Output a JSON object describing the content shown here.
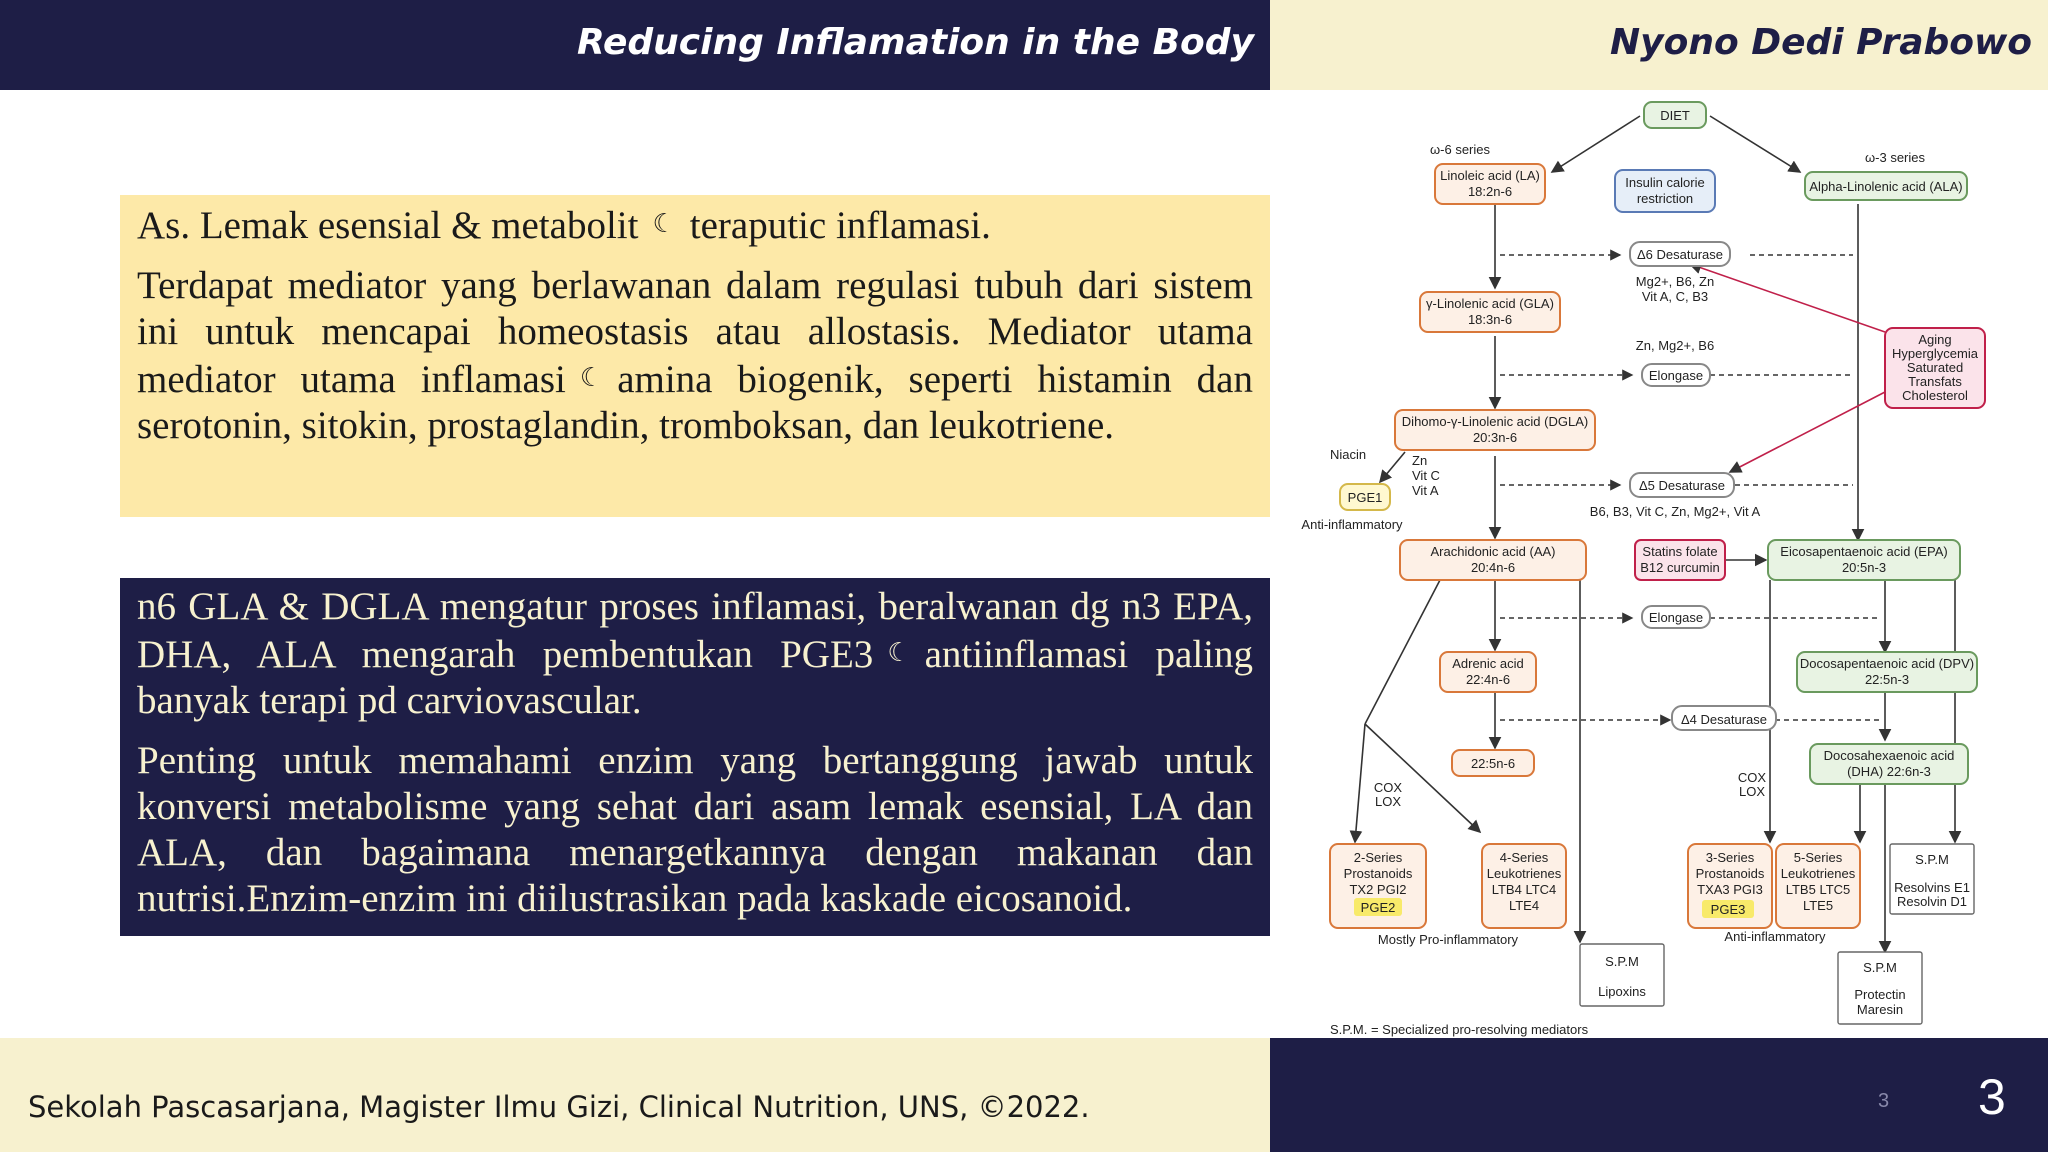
{
  "header": {
    "title": "Reducing Inflamation in the Body",
    "author": "Nyono Dedi Prabowo"
  },
  "box1": {
    "line1_a": "As. Lemak esensial & metabolit",
    "line1_b": "teraputic inflamasi.",
    "para2_a": "Terdapat mediator yang berlawanan dalam regulasi tubuh dari sistem ini untuk mencapai homeostasis atau allostasis. Mediator utama mediator utama inflamasi",
    "para2_b": "amina biogenik, seperti histamin dan serotonin, sitokin, prostaglandin, tromboksan, dan leukotriene."
  },
  "box2": {
    "para1_a": "n6 GLA & DGLA mengatur proses inflamasi, beralwanan dg n3 EPA, DHA, ALA mengarah pembentukan PGE3",
    "para1_b": "antiinflamasi paling banyak terapi pd carviovascular.",
    "para2": "Penting untuk memahami enzim yang bertanggung jawab untuk konversi metabolisme yang sehat dari asam lemak esensial, LA dan ALA, dan bagaimana menargetkannya dengan makanan dan nutrisi.Enzim-enzim ini diilustrasikan pada kaskade eicosanoid."
  },
  "moon_symbol": "☾",
  "diagram": {
    "diet": "DIET",
    "omega6_series": "ω-6 series",
    "omega3_series": "ω-3 series",
    "la": [
      "Linoleic acid (LA)",
      "18:2n-6"
    ],
    "insulin": [
      "Insulin calorie",
      "restriction"
    ],
    "ala": "Alpha-Linolenic acid (ALA)",
    "d6_desaturase": "Δ6 Desaturase",
    "d6_cofactors": [
      "Mg2+, B6, Zn",
      "Vit A, C, B3"
    ],
    "gla": [
      "γ-Linolenic acid (GLA)",
      "18:3n-6"
    ],
    "aging": [
      "Aging",
      "Hyperglycemia",
      "Saturated",
      "Transfats",
      "Cholesterol"
    ],
    "elongase_cofactors": "Zn, Mg2+, B6",
    "elongase": "Elongase",
    "dgla": [
      "Dihomo-γ-Linolenic acid (DGLA)",
      "20:3n-6"
    ],
    "niacin": "Niacin",
    "zn_vits": [
      "Zn",
      "Vit C",
      "Vit A"
    ],
    "pge1": "PGE1",
    "anti_inflammatory_1": "Anti-inflammatory",
    "d5_desaturase": "Δ5 Desaturase",
    "d5_cofactors": "B6, B3, Vit C, Zn, Mg2+, Vit A",
    "aa": [
      "Arachidonic acid (AA)",
      "20:4n-6"
    ],
    "statins": [
      "Statins folate",
      "B12 curcumin"
    ],
    "epa": [
      "Eicosapentaenoic acid (EPA)",
      "20:5n-3"
    ],
    "elongase2": "Elongase",
    "adrenic": [
      "Adrenic acid",
      "22:4n-6"
    ],
    "dpv": [
      "Docosapentaenoic acid (DPV)",
      "22:5n-3"
    ],
    "d4_desaturase": "Δ4 Desaturase",
    "n22_5": "22:5n-6",
    "dha": [
      "Docosahexaenoic acid",
      "(DHA) 22:6n-3"
    ],
    "cox_lox": [
      "COX",
      "LOX"
    ],
    "two_series": [
      "2-Series",
      "Prostanoids",
      "TX2 PGI2",
      "PGE2"
    ],
    "four_series": [
      "4-Series",
      "Leukotrienes",
      "LTB4 LTC4",
      "LTE4"
    ],
    "three_series": [
      "3-Series",
      "Prostanoids",
      "TXA3 PGI3",
      "PGE3"
    ],
    "five_series": [
      "5-Series",
      "Leukotrienes",
      "LTB5 LTC5",
      "LTE5"
    ],
    "spm_resolvins": [
      "S.P.M",
      "Resolvins E1",
      "Resolvin D1"
    ],
    "mostly_pro": "Mostly Pro-inflammatory",
    "anti_inflammatory_2": "Anti-inflammatory",
    "spm_lipoxins": [
      "S.P.M",
      "Lipoxins"
    ],
    "spm_protectin": [
      "S.P.M",
      "Protectin",
      "Maresin"
    ],
    "footnote": "S.P.M. = Specialized pro-resolving mediators"
  },
  "footer": {
    "text": "Sekolah Pascasarjana, Magister Ilmu Gizi, Clinical Nutrition, UNS, ©2022.",
    "slide_num_small": "3",
    "slide_num_big": "3"
  }
}
